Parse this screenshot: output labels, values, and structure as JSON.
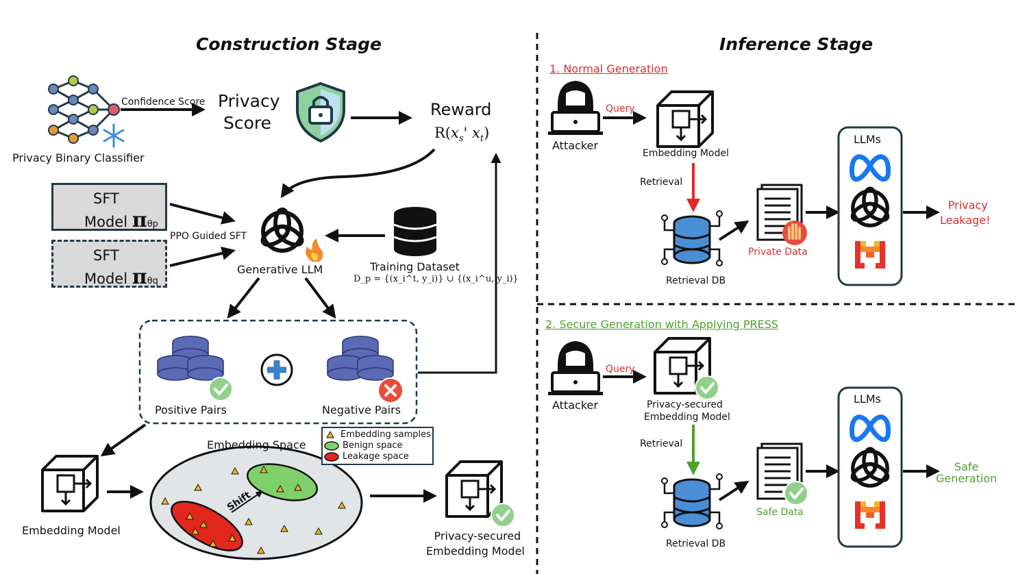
{
  "construction": {
    "title": "Construction Stage",
    "classifier_label": "Privacy Binary Classifier",
    "confidence_label": "Confidence Score",
    "privacy_score_line1": "Privacy",
    "privacy_score_line2": "Score",
    "reward_title": "Reward",
    "reward_formula_prefix": "R(",
    "reward_formula_var1": "x",
    "reward_formula_sub1": "s",
    "reward_formula_sep": "' ",
    "reward_formula_var2": "x",
    "reward_formula_sub2": "t",
    "reward_formula_suffix": ")",
    "sft_label": "SFT",
    "model_label": "Model",
    "pi_symbol": "π",
    "pi_sub_p": "θp",
    "pi_sub_q": "θq",
    "ppo_label": "PPO Guided SFT",
    "generative_label": "Generative LLM",
    "training_label": "Training Dataset",
    "dataset_formula": "D_p = {(x_i^t, y_i)} ∪ {(x_i^u, y_i)}",
    "positive_label": "Positive Pairs",
    "negative_label": "Negative Pairs",
    "embedding_model_label": "Embedding Model",
    "embedding_space_label": "Embedding Space",
    "legend": [
      "Embedding samples",
      "Benign space",
      "Leakage space"
    ],
    "shift_label": "Shift",
    "secured_line1": "Privacy-secured",
    "secured_line2": "Embedding Model"
  },
  "inference": {
    "title": "Inference Stage",
    "normal": {
      "heading": "1. Normal Generation",
      "attacker": "Attacker",
      "query": "Query",
      "embedding": "Embedding Model",
      "retrieval": "Retrieval",
      "db": "Retrieval DB",
      "data": "Private Data",
      "llms": "LLMs",
      "outcome_line1": "Privacy",
      "outcome_line2": "Leakage!"
    },
    "secure": {
      "heading": "2. Secure Generation with Applying PRESS",
      "attacker": "Attacker",
      "query": "Query",
      "embedding_line1": "Privacy-secured",
      "embedding_line2": "Embedding Model",
      "retrieval": "Retrieval",
      "db": "Retrieval DB",
      "data": "Safe Data",
      "llms": "LLMs",
      "outcome_line1": "Safe",
      "outcome_line2": "Generation"
    }
  },
  "colors": {
    "accent_blue": "#bfe0f0",
    "leak_red": "#e02a2a",
    "safe_green": "#4fa02c",
    "dark_navy": "#1f3a48",
    "db_blue": "#5b6ab5"
  },
  "icons": [
    "neural-network-icon",
    "snowflake-icon",
    "shield-lock-icon",
    "openai-logo-icon",
    "fire-icon",
    "database-icon",
    "plus-icon",
    "check-icon",
    "cross-icon",
    "cube-arrow-icon",
    "hacker-icon",
    "document-icon",
    "hand-stop-icon",
    "meta-logo-icon",
    "mistral-logo-icon"
  ]
}
